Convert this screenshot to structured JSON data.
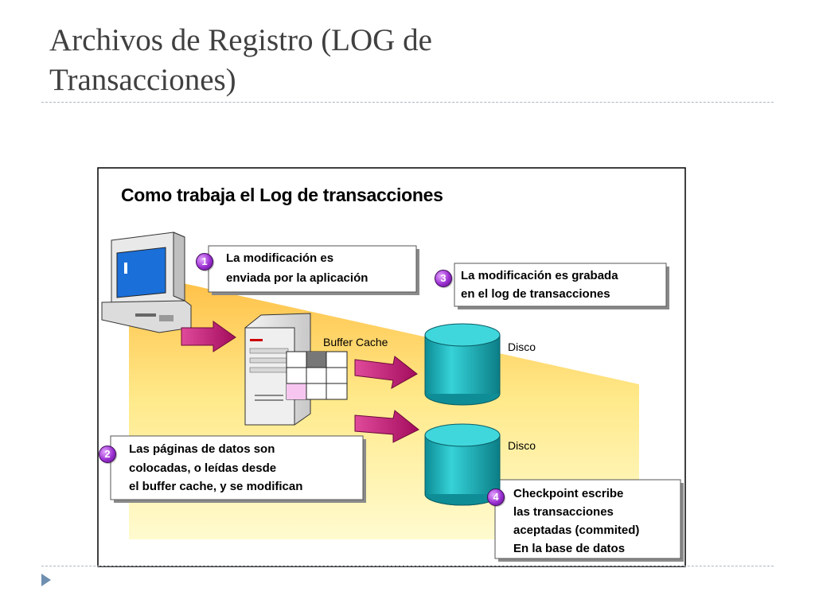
{
  "slide": {
    "title": "Archivos de Registro (LOG de Transacciones)"
  },
  "figure": {
    "heading": "Como trabaja el Log de transacciones",
    "buffer_cache_label": "Buffer Cache",
    "disk_top_label": "Disco",
    "disk_bottom_label": "Disco",
    "steps": [
      {
        "number": "1",
        "lines": [
          "La modificación es",
          "enviada por la aplicación"
        ]
      },
      {
        "number": "2",
        "lines": [
          "Las páginas de datos son",
          "colocadas, o leídas desde",
          "el buffer cache, y se modifican"
        ]
      },
      {
        "number": "3",
        "lines": [
          "La modificación es grabada",
          "en el log de transacciones"
        ]
      },
      {
        "number": "4",
        "lines": [
          "Checkpoint escribe",
          "las transacciones",
          "aceptadas (commited)",
          "En la base de datos"
        ]
      }
    ],
    "colors": {
      "arrow": "#c0166e",
      "disk": "#16b0b8",
      "flow_band": "#ffd966",
      "badge": "#8e2bc2"
    }
  }
}
